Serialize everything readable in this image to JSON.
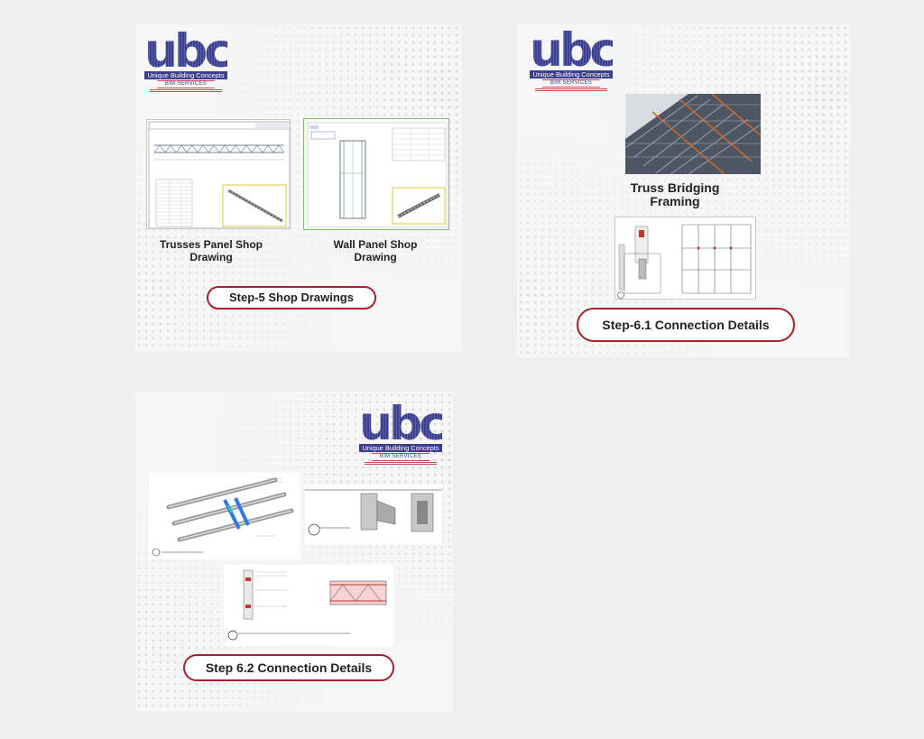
{
  "logo": {
    "mark": "ubc",
    "tagline": "Unique Building Concepts",
    "sub": "BIM SERVICES"
  },
  "card1": {
    "captions": [
      "Trusses Panel Shop Drawing",
      "Wall Panel Shop Drawing"
    ],
    "step_label": "Step-5 Shop Drawings"
  },
  "card2": {
    "caption": "Truss Bridging Framing",
    "step_label": "Step-6.1 Connection Details"
  },
  "card3": {
    "step_label": "Step 6.2 Connection Details"
  },
  "colors": {
    "brand_blue": "#3b3f8c",
    "brand_red": "#a3222c",
    "pill_border": "#a3222c"
  }
}
